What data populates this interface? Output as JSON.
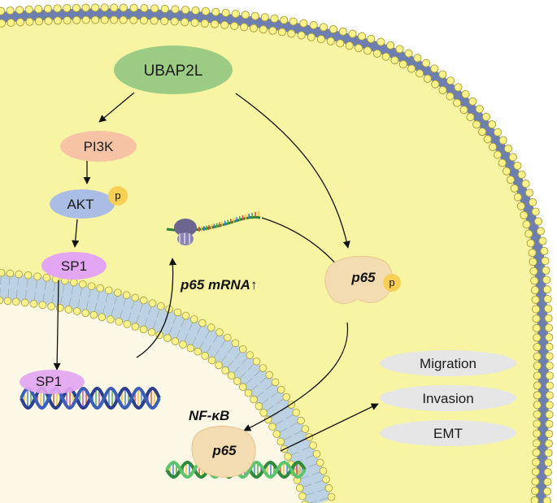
{
  "nodes": {
    "ubap2l": "UBAP2L",
    "pi3k": "PI3K",
    "akt": "AKT",
    "akt_phospho": "p",
    "sp1_cytoplasm": "SP1",
    "sp1_nucleus": "SP1",
    "p65_mrna": "p65 mRNA↑",
    "p65_cytoplasm": "p65",
    "p65_phospho": "p",
    "nfkb": "NF-κB",
    "p65_nucleus": "p65"
  },
  "outcomes": [
    "Migration",
    "Invasion",
    "EMT"
  ],
  "colors": {
    "cytoplasm": "#f7f5a3",
    "nucleus": "#fdf8e6",
    "membrane_head": "#fbf28a",
    "membrane_head_stroke": "#a89c3a",
    "membrane_band": "#6d7fb0",
    "nuclear_band": "#bcd2e2",
    "ubap2l": "#9ccc84",
    "pi3k": "#f6c4a4",
    "akt": "#aabde4",
    "phospho": "#f7cf55",
    "sp1": "#e3a6f2",
    "p65": "#f3dcb2",
    "outcome": "#e6e6e6"
  }
}
